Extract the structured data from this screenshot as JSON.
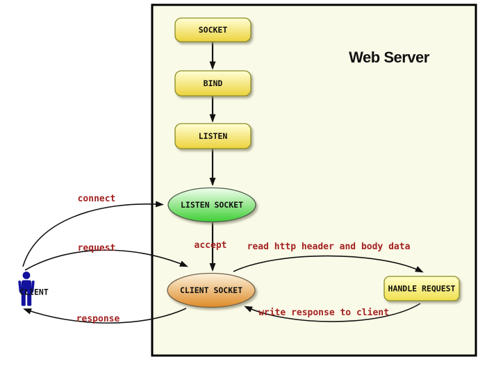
{
  "diagram": {
    "title": "Web Server",
    "nodes": {
      "socket": "SOCKET",
      "bind": "BIND",
      "listen": "LISTEN",
      "listen_socket": "LISTEN SOCKET",
      "client_socket": "CLIENT SOCKET",
      "handle_request": "HANDLE REQUEST"
    },
    "actor": {
      "label": "CLIENT"
    },
    "edge_labels": {
      "connect": "connect",
      "accept": "accept",
      "request": "request",
      "response": "response",
      "read_http": "read http header and body data",
      "write_response": "write response to client"
    },
    "colors": {
      "edge_label": "#A42222",
      "actor": "#12129E",
      "box_background": "#FAFAE8",
      "box_border": "#000000",
      "yellow_top": "#FFFFD6",
      "yellow_bottom": "#ECD23C",
      "pale_yellow_top": "#FFFFC9",
      "pale_yellow_bottom": "#F0DF4E",
      "green_top": "#F3FFEF",
      "green_bottom": "#3FCE35",
      "orange_top": "#FCF2DC",
      "orange_bottom": "#DE8B28"
    }
  }
}
